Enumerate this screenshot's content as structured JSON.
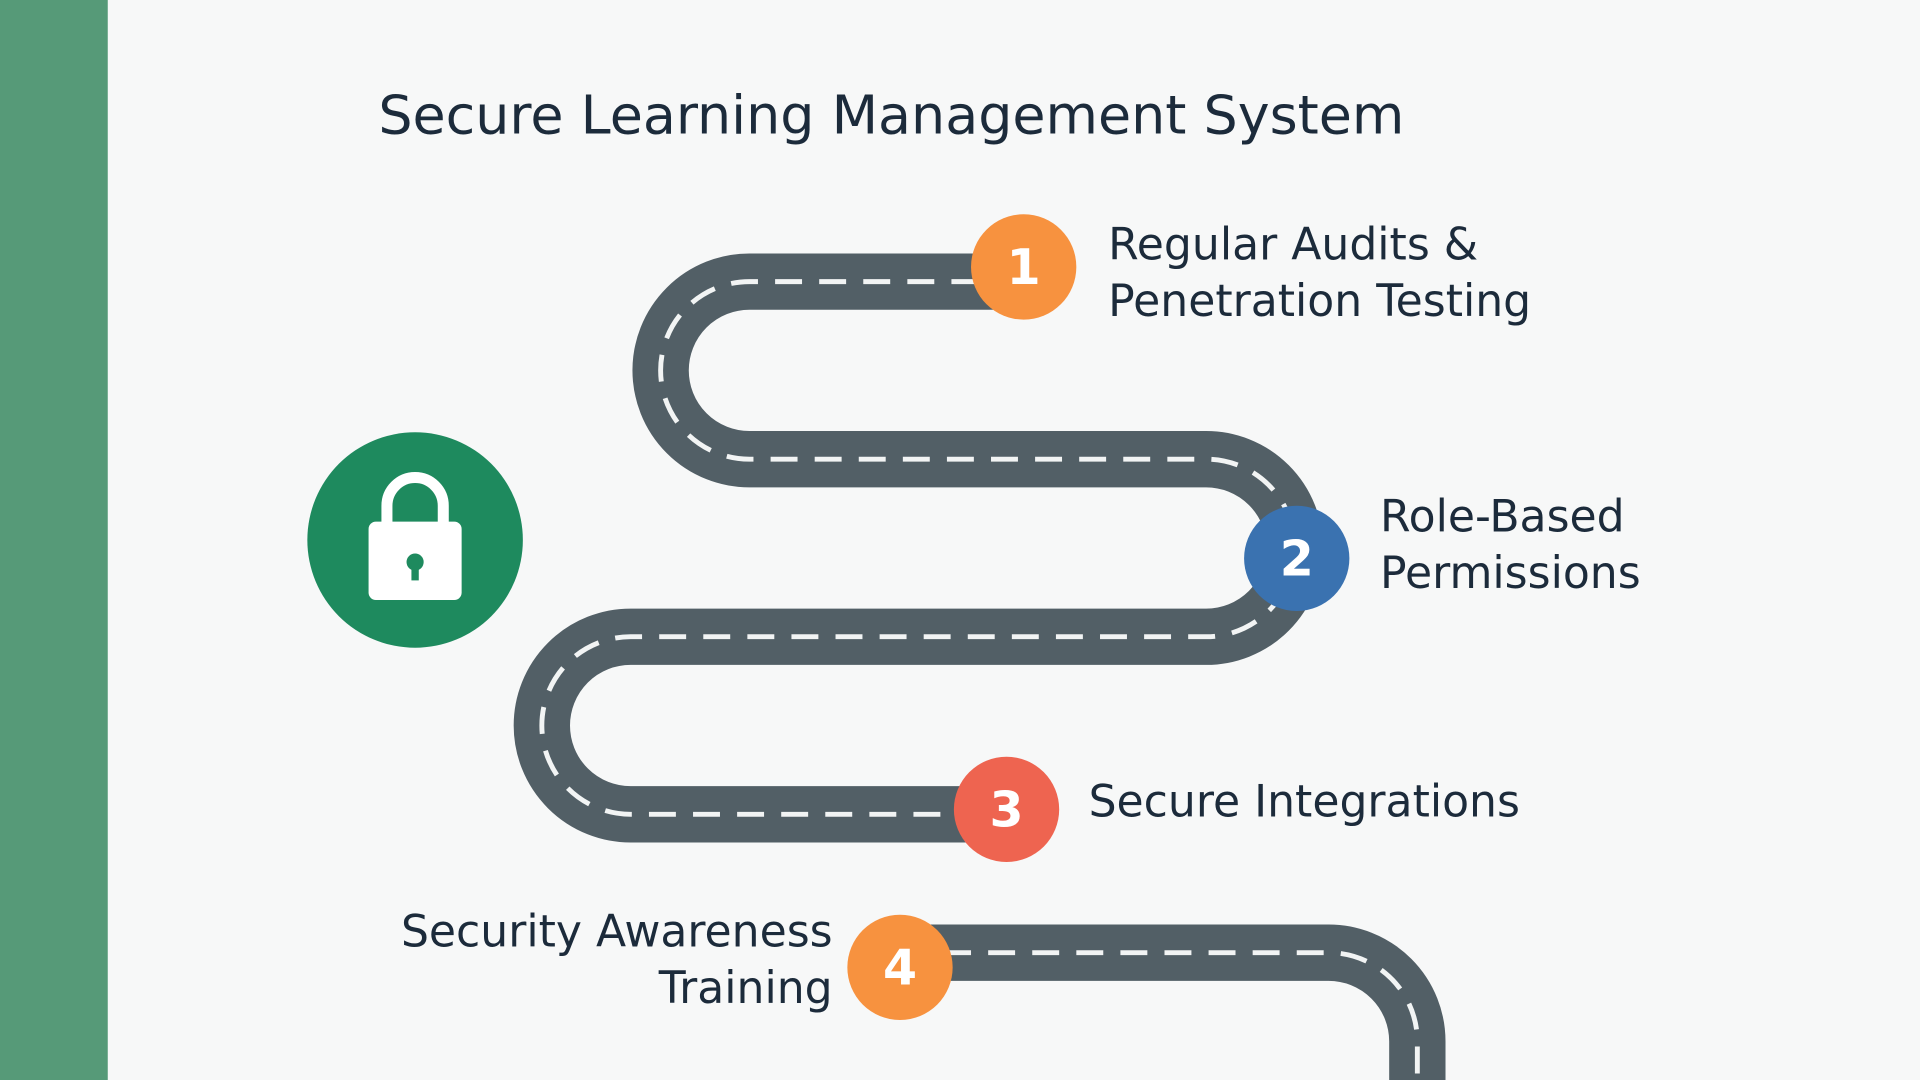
{
  "title": "Secure Learning Management System",
  "colors": {
    "sidebar": "#569a78",
    "lock": "#1e8a5e",
    "road": "#525f66",
    "step1": "#f7923f",
    "step2": "#3a72b0",
    "step3": "#ee6450",
    "step4": "#f7923f"
  },
  "steps": [
    {
      "number": "1",
      "line1": "Regular Audits &",
      "line2": "Penetration Testing"
    },
    {
      "number": "2",
      "line1": "Role-Based",
      "line2": "Permissions"
    },
    {
      "number": "3",
      "line1": "Secure Integrations"
    },
    {
      "number": "4",
      "line1": "Security Awareness",
      "line2": "Training"
    }
  ],
  "icons": {
    "lock": "lock-icon"
  }
}
